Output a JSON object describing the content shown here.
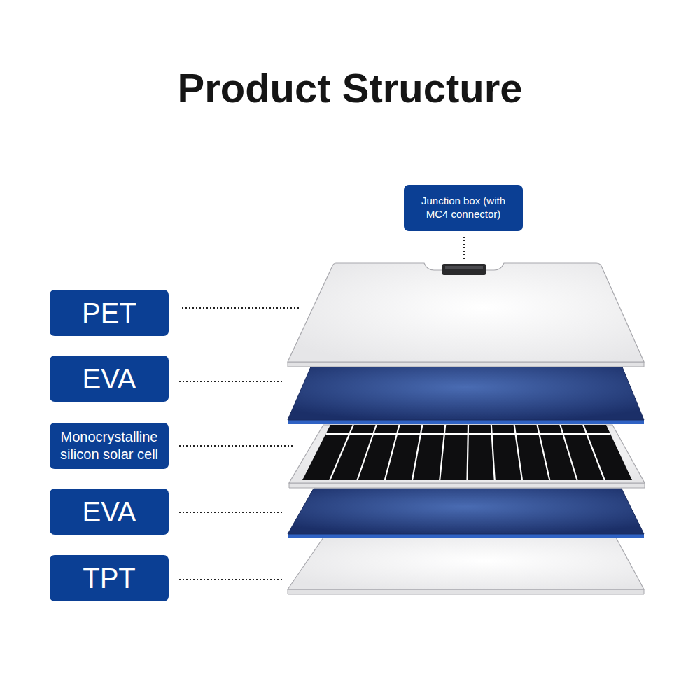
{
  "diagram": {
    "title": "Product Structure",
    "nodes": [
      {
        "text": [
          "Junction box (with MC4 connector)"
        ]
      },
      {
        "text": [
          "PET"
        ]
      },
      {
        "text": [
          "EVA"
        ]
      },
      {
        "text": [
          "Monocrystalline silicon solar cell"
        ]
      },
      {
        "text": [
          "EVA"
        ]
      },
      {
        "text": [
          "TPT"
        ]
      }
    ]
  }
}
